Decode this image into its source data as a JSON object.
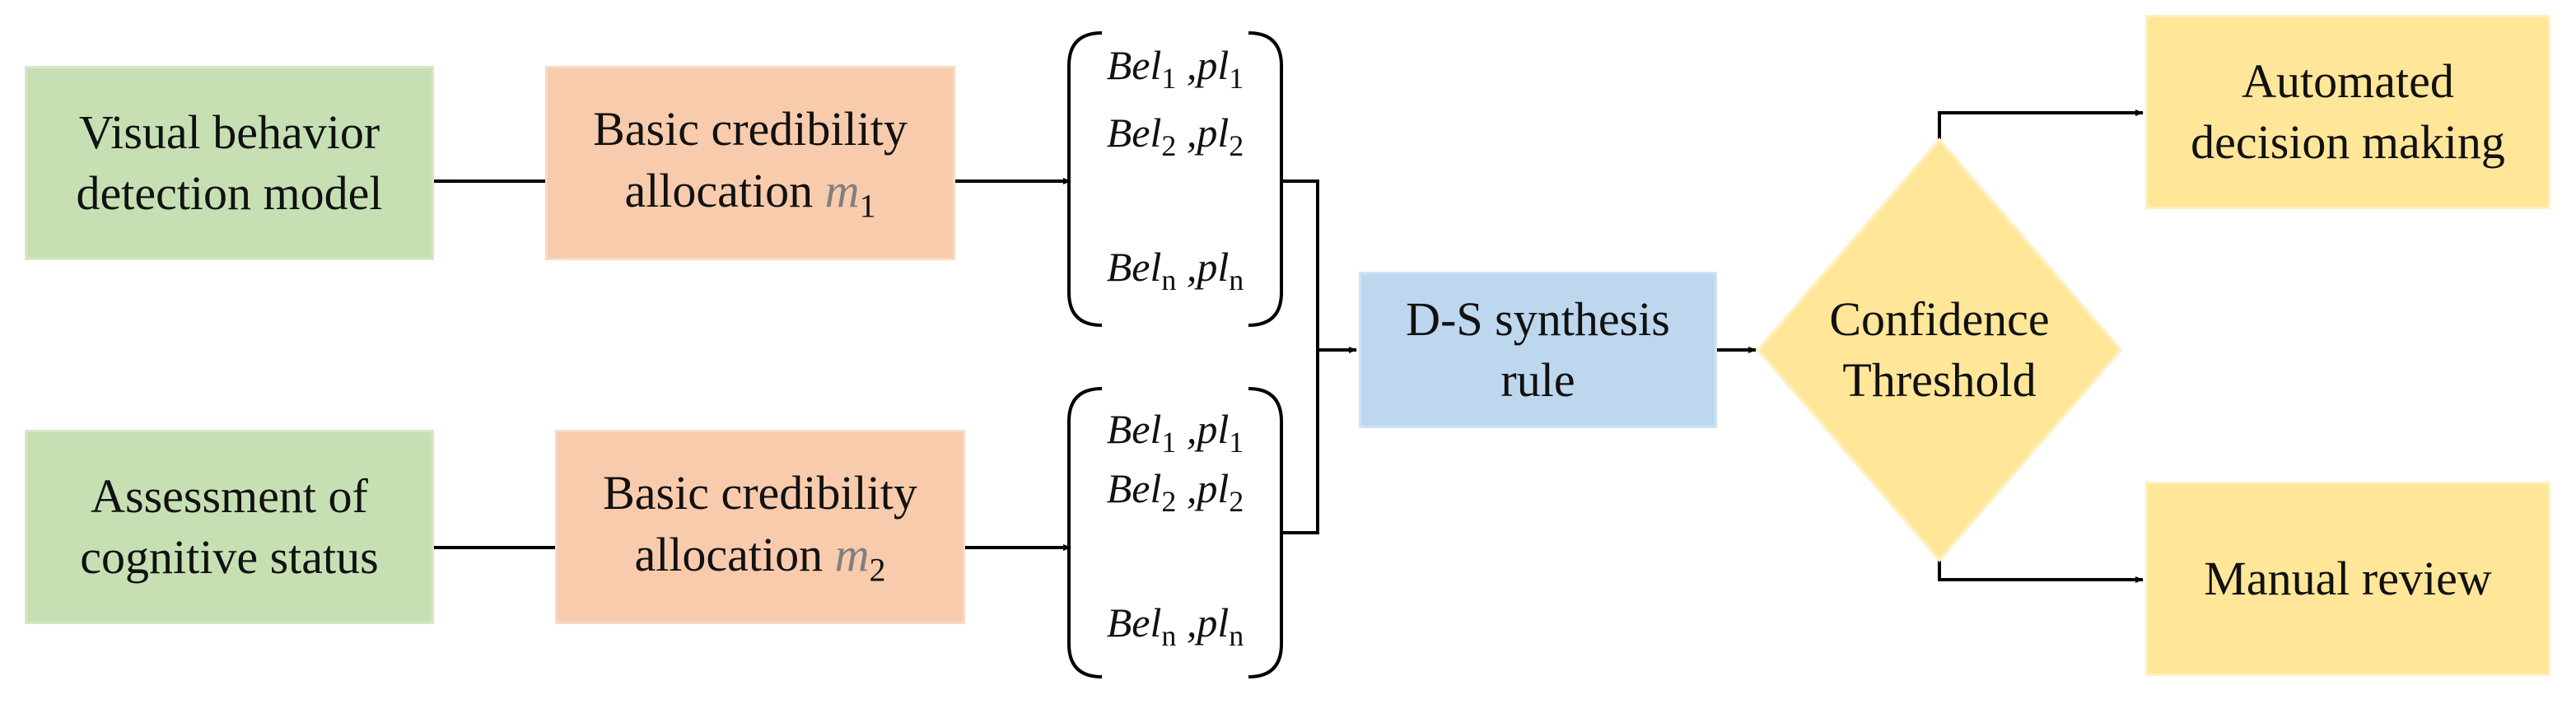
{
  "sources": {
    "visual": [
      "Visual behavior",
      "detection model"
    ],
    "cognitive": [
      "Assessment of",
      "cognitive status"
    ]
  },
  "bca": {
    "top": {
      "line1": "Basic credibility",
      "line2": "allocation",
      "var": "m",
      "sub": "1"
    },
    "bottom": {
      "line1": "Basic credibility",
      "line2": "allocation",
      "var": "m",
      "sub": "2"
    }
  },
  "matrix": {
    "rows": [
      {
        "bel": "Bel",
        "pl": "pl",
        "sub": "1"
      },
      {
        "bel": "Bel",
        "pl": "pl",
        "sub": "2"
      },
      {
        "bel": "Bel",
        "pl": "pl",
        "sub": "n"
      }
    ],
    "sep": ","
  },
  "ds_rule": [
    "D-S synthesis",
    "rule"
  ],
  "threshold": [
    "Confidence",
    "Threshold"
  ],
  "outcomes": {
    "auto": [
      "Automated",
      "decision making"
    ],
    "manual": "Manual review"
  }
}
